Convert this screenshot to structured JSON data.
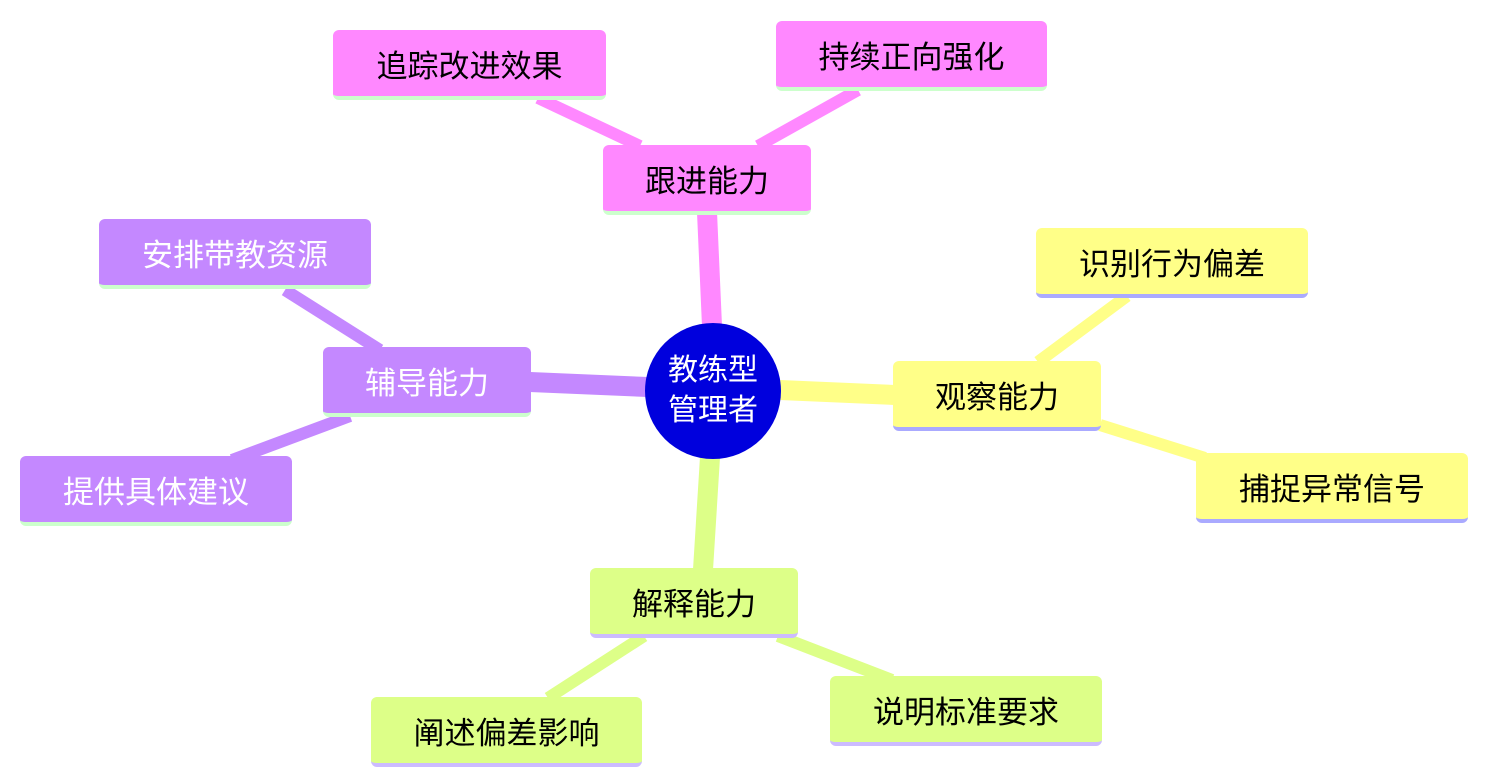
{
  "colors": {
    "center": "#0000dd",
    "pink": "#ff88ff",
    "pink_underline": "#ccffcc",
    "yellow": "#ffff88",
    "yellow_underline": "#aaaaff",
    "green": "#ddff88",
    "green_underline": "#ccbbff",
    "purple": "#c488ff",
    "purple_underline": "#ccffcc"
  },
  "center": {
    "line1": "教练型",
    "line2": "管理者"
  },
  "branches": {
    "follow_up": {
      "label": "跟进能力",
      "children": [
        "追踪改进效果",
        "持续正向强化"
      ]
    },
    "observe": {
      "label": "观察能力",
      "children": [
        "识别行为偏差",
        "捕捉异常信号"
      ]
    },
    "explain": {
      "label": "解释能力",
      "children": [
        "阐述偏差影响",
        "说明标准要求"
      ]
    },
    "coach": {
      "label": "辅导能力",
      "children": [
        "安排带教资源",
        "提供具体建议"
      ]
    }
  }
}
